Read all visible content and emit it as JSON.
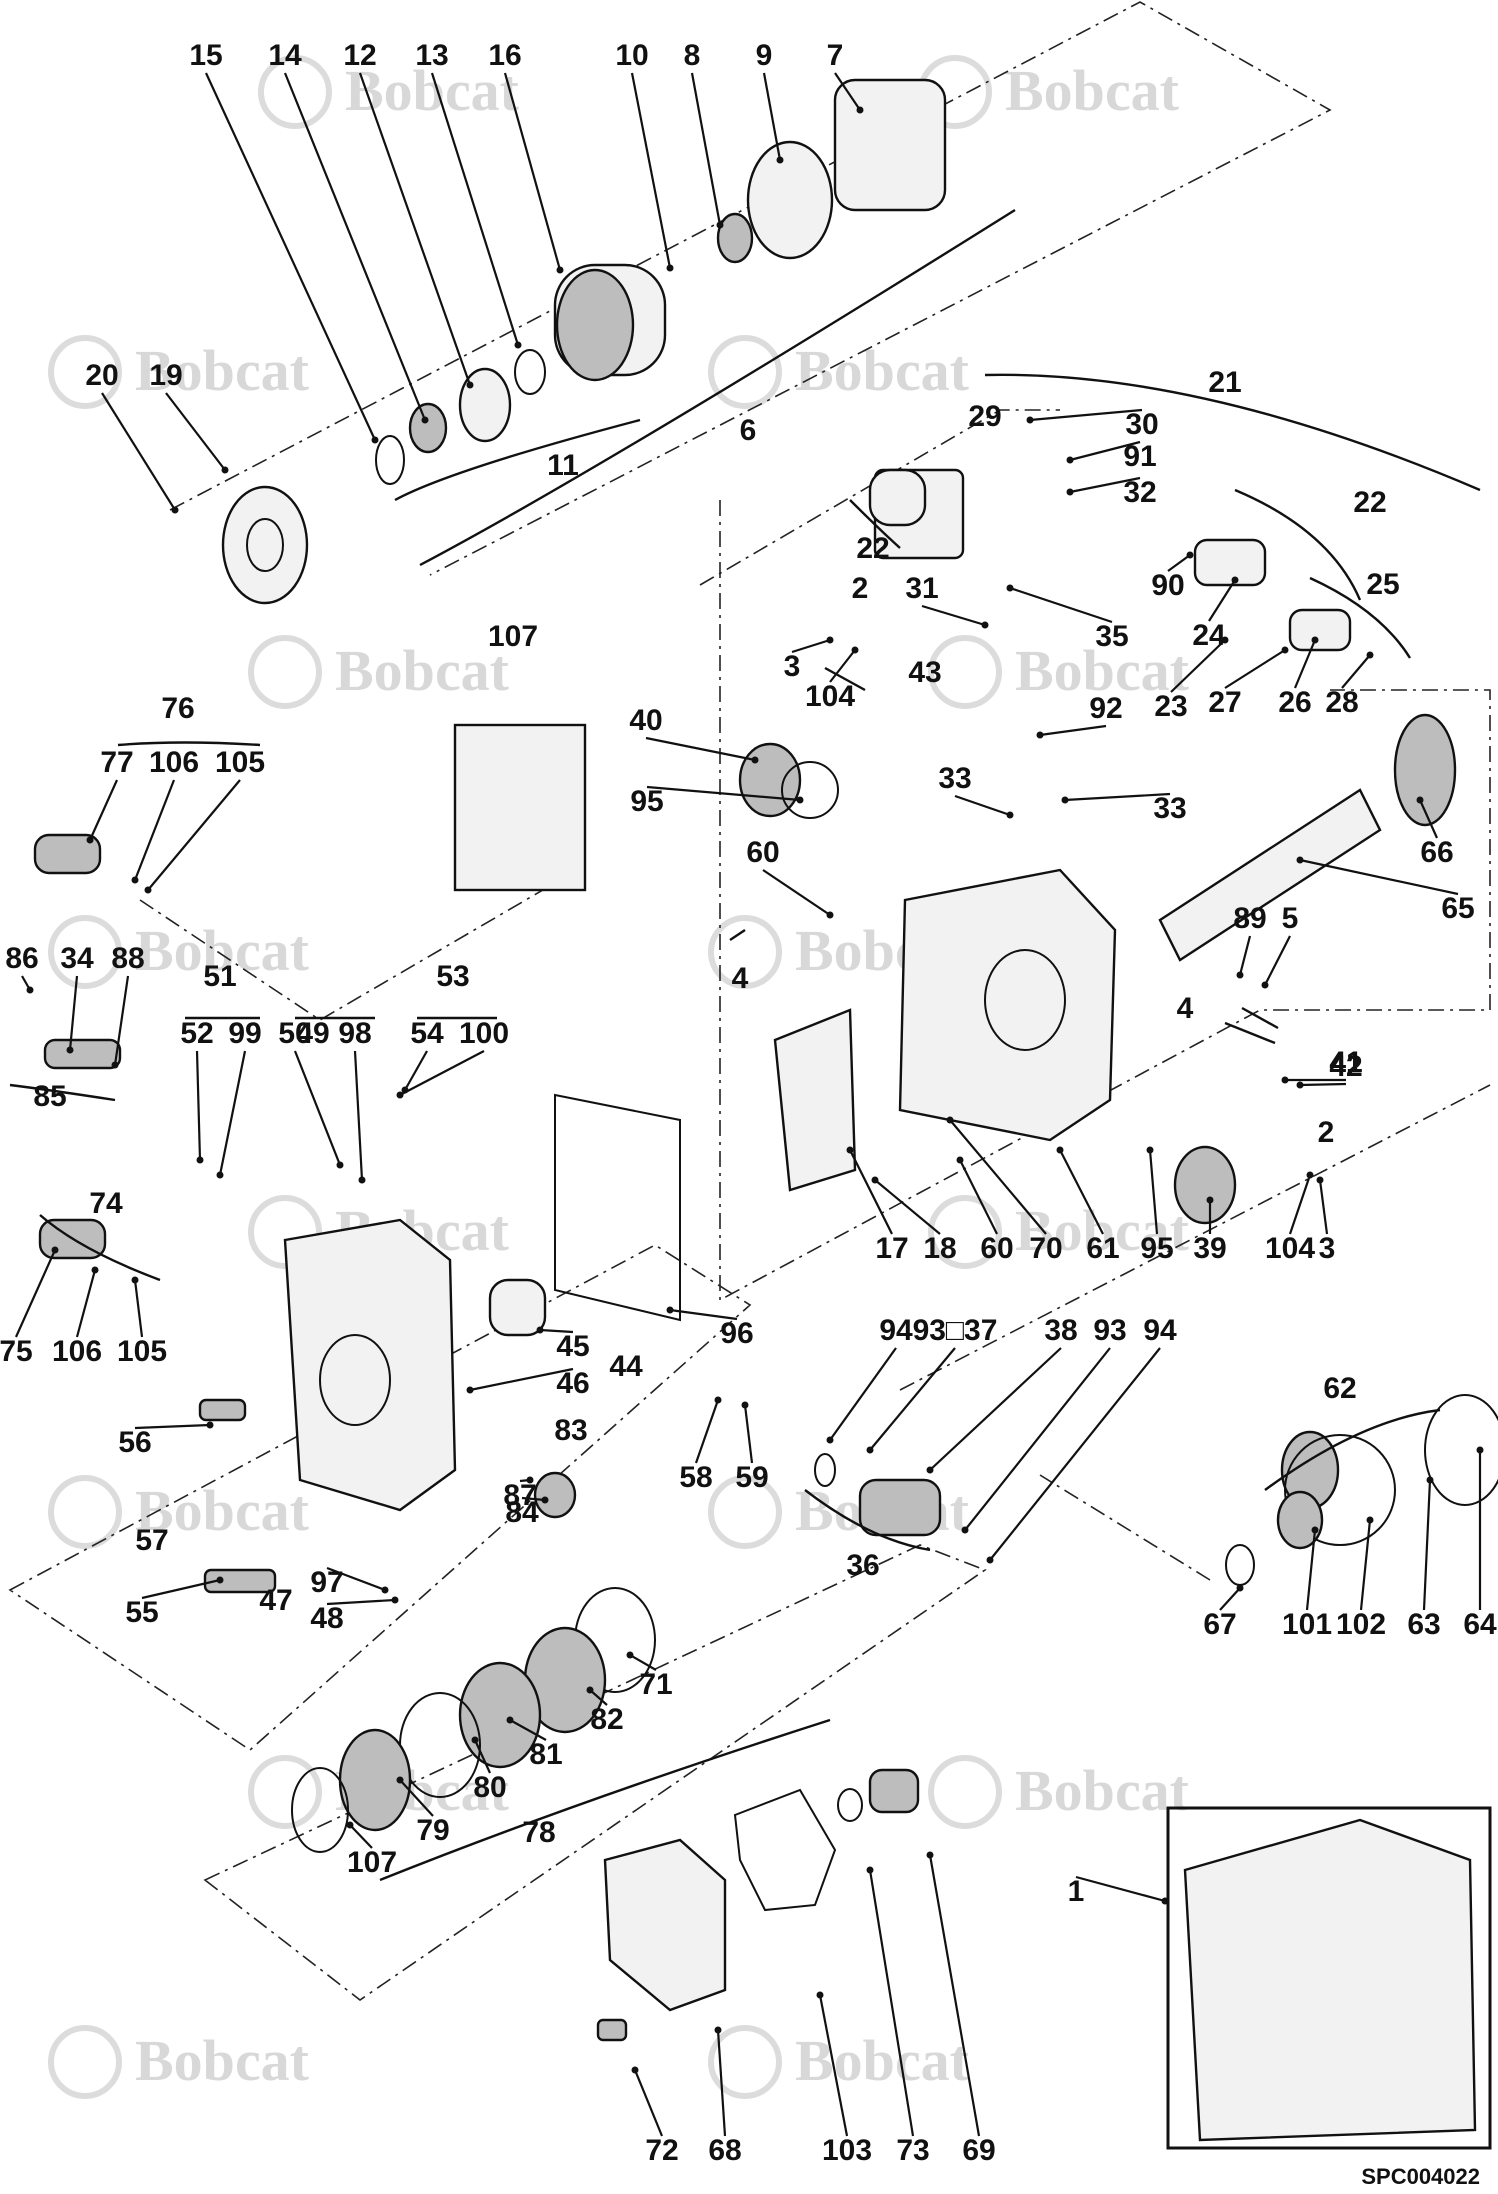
{
  "diagram": {
    "callouts": [
      "15",
      "14",
      "12",
      "13",
      "16",
      "10",
      "8",
      "9",
      "7",
      "20",
      "19",
      "11",
      "6",
      "21",
      "29",
      "30",
      "91",
      "32",
      "22",
      "22",
      "90",
      "24",
      "25",
      "23",
      "27",
      "26",
      "28",
      "31",
      "35",
      "2",
      "3",
      "104",
      "43",
      "92",
      "40",
      "95",
      "33",
      "33",
      "66",
      "65",
      "107",
      "76",
      "77",
      "106",
      "105",
      "60",
      "89",
      "5",
      "4",
      "4",
      "41",
      "42",
      "86",
      "34",
      "88",
      "85",
      "51",
      "52",
      "99",
      "49",
      "50",
      "98",
      "53",
      "54",
      "100",
      "2",
      "104",
      "3",
      "95",
      "39",
      "17",
      "18",
      "60",
      "70",
      "61",
      "74",
      "75",
      "106",
      "105",
      "96",
      "45",
      "46",
      "44",
      "56",
      "57",
      "55",
      "83",
      "87",
      "84",
      "94",
      "93□37",
      "38",
      "93",
      "94",
      "58",
      "59",
      "36",
      "62",
      "67",
      "101",
      "102",
      "63",
      "64",
      "97",
      "48",
      "47",
      "71",
      "82",
      "81",
      "80",
      "79",
      "78",
      "107",
      "72",
      "68",
      "103",
      "73",
      "69",
      "1"
    ],
    "reference_code": "SPC004022",
    "watermark": "Bobcat"
  }
}
